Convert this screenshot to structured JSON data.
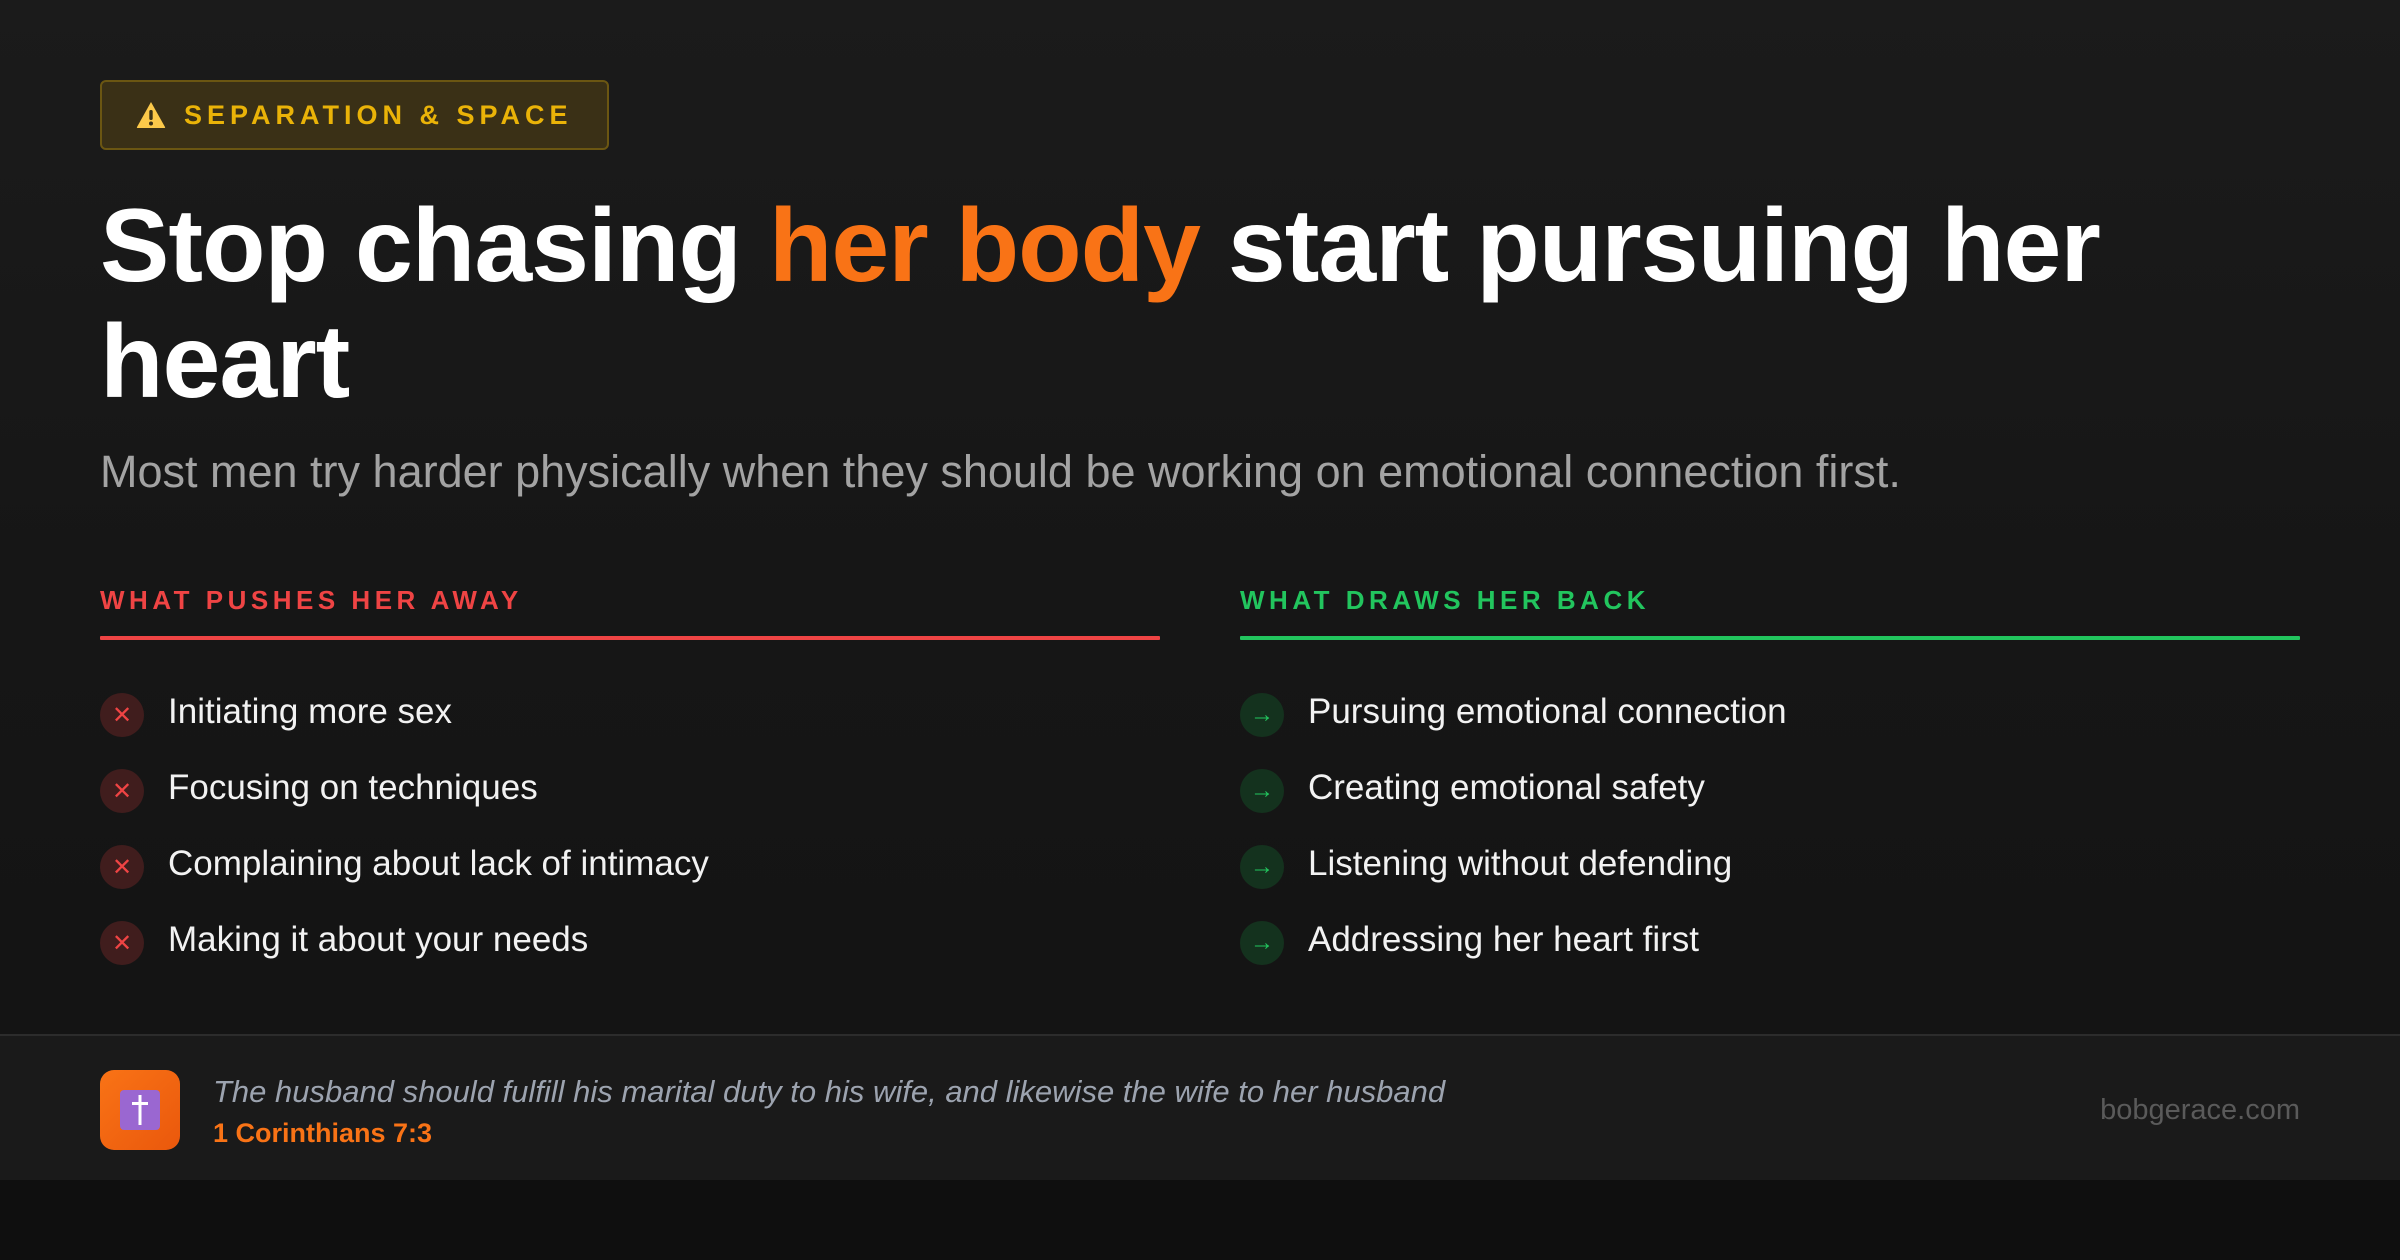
{
  "badge": {
    "icon": "warning-triangle-icon",
    "label": "SEPARATION & SPACE",
    "color": "#eab308"
  },
  "headline": {
    "part1": "Stop chasing ",
    "highlight": "her body",
    "part2": " start pursuing her heart",
    "highlight_color": "#f97316"
  },
  "subtitle": "Most men try harder physically when they should be working on emotional connection first.",
  "columns": {
    "left": {
      "header": "WHAT PUSHES HER AWAY",
      "color": "#ef4444",
      "icon": "x-icon",
      "glyph": "✕",
      "items": [
        "Initiating more sex",
        "Focusing on techniques",
        "Complaining about lack of intimacy",
        "Making it about your needs"
      ]
    },
    "right": {
      "header": "WHAT DRAWS HER BACK",
      "color": "#22c55e",
      "icon": "arrow-right-icon",
      "glyph": "→",
      "items": [
        "Pursuing emotional connection",
        "Creating emotional safety",
        "Listening without defending",
        "Addressing her heart first"
      ]
    }
  },
  "footer": {
    "icon": "cross-icon",
    "quote": "The husband should fulfill his marital duty to his wife, and likewise the wife to her husband",
    "reference": "1 Corinthians 7:3",
    "site": "bobgerace.com"
  }
}
